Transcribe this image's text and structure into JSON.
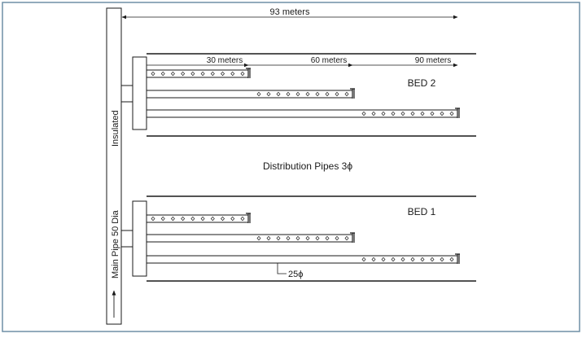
{
  "colors": {
    "frame": "#6f8fa6",
    "line": "#1a1a1a",
    "background": "#ffffff"
  },
  "labels": {
    "overall_length": "93 meters",
    "segment_1": "30 meters",
    "segment_2": "60 meters",
    "segment_3": "90 meters",
    "bed_2": "BED 2",
    "bed_1": "BED 1",
    "distribution": "Distribution Pipes 3ϕ",
    "small_pipe": "25ϕ",
    "insulated": "Insulated",
    "main_pipe": "Main Pipe 50 Dia"
  },
  "beds": [
    {
      "name": "BED 2",
      "perforated_lengths_m": [
        30,
        60,
        90
      ]
    },
    {
      "name": "BED 1",
      "perforated_lengths_m": [
        30,
        60,
        90
      ]
    }
  ],
  "icons": {
    "flow_arrow": "arrow-up-icon"
  }
}
